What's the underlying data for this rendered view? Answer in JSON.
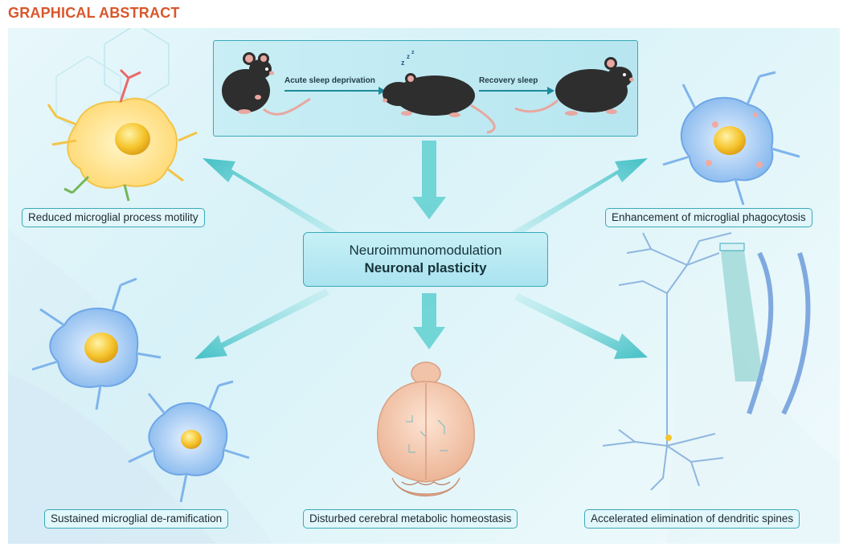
{
  "heading": "GRAPHICAL ABSTRACT",
  "top_panel": {
    "arrow1_label": "Acute sleep deprivation",
    "arrow2_label": "Recovery sleep",
    "sleep_symbol": "z"
  },
  "center": {
    "line1": "Neuroimmunomodulation",
    "line2": "Neuronal plasticity"
  },
  "labels": {
    "top_left": "Reduced microglial process motility",
    "top_right": "Enhancement of microglial phagocytosis",
    "bottom_left": "Sustained microglial de-ramification",
    "bottom_center": "Disturbed cerebral metabolic homeostasis",
    "bottom_right": "Accelerated elimination of dendritic spines"
  },
  "colors": {
    "heading": "#d9572b",
    "border": "#3aa9b9",
    "arrow": "#5fcfd0",
    "microglia_blue": "#7fb4ec",
    "nucleus": "#f6c52e",
    "activated_cell": "#ffd66b",
    "brain": "#f3c7ad",
    "mouse": "#2e2e2e"
  },
  "icons": [
    "mouse-icon",
    "sleeping-mouse-icon",
    "microglia-icon",
    "brain-icon",
    "neuron-icon",
    "dendrite-icon"
  ]
}
